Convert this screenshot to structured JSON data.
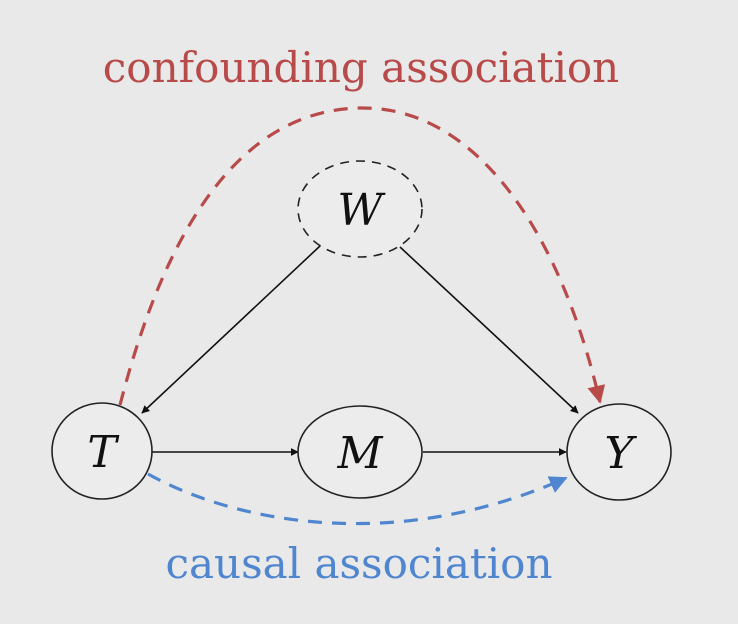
{
  "labels": {
    "confounding": "confounding association",
    "causal": "causal association"
  },
  "nodes": {
    "T": "T",
    "M": "M",
    "Y": "Y",
    "W": "W"
  },
  "colors": {
    "background": "#e9e9e9",
    "confounding": "#b94a4a",
    "causal": "#4f86cf",
    "edge": "#111111",
    "node_fill": "#ececec"
  }
}
